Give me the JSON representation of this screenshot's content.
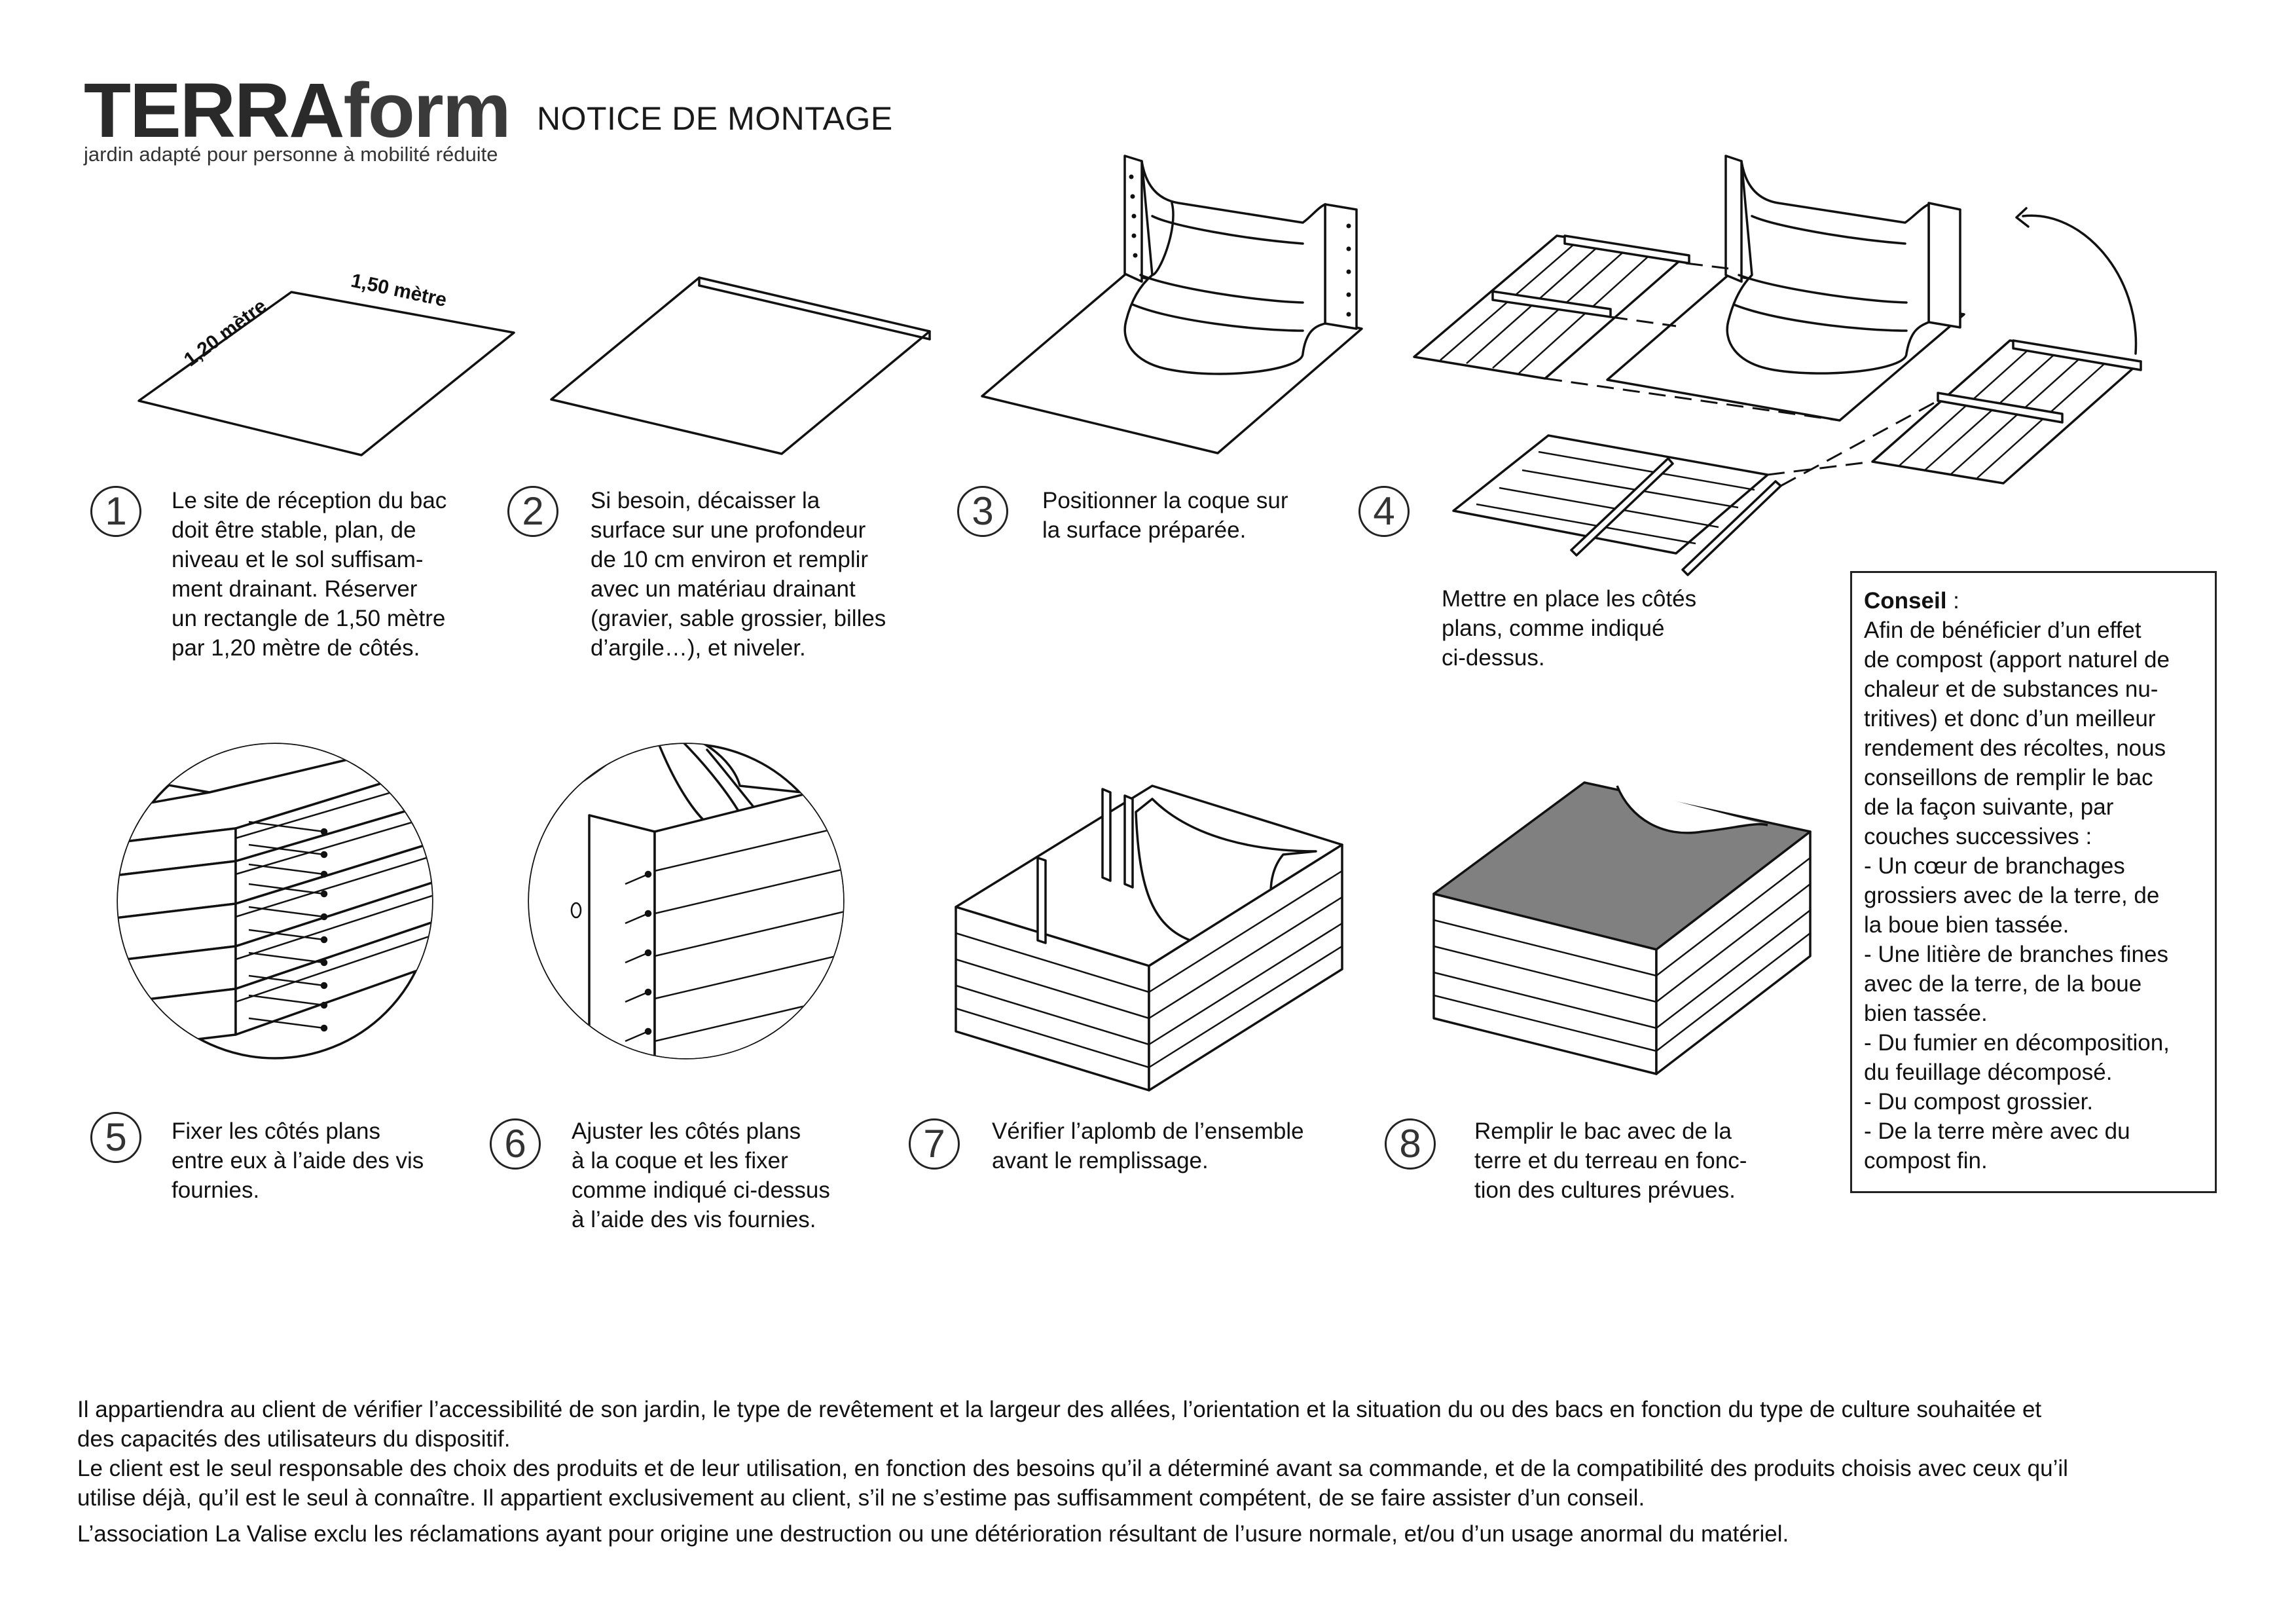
{
  "header": {
    "logo_bold": "TERRA",
    "logo_light": "form",
    "logo_tagline": "jardin adapté pour personne à mobilité réduite",
    "doc_title": "NOTICE DE MONTAGE"
  },
  "dimensions": {
    "width_label": "1,50 mètre",
    "depth_label": "1,20 mètre"
  },
  "steps": [
    {
      "number": "1",
      "text": "Le site de réception du bac\ndoit être stable, plan, de\nniveau et le sol suffisam-\nment drainant. Réserver\nun rectangle de 1,50 mètre\npar 1,20 mètre de côtés."
    },
    {
      "number": "2",
      "text": "Si besoin, décaisser la\nsurface sur une profondeur\nde 10 cm environ et remplir\navec un matériau drainant\n(gravier, sable grossier, billes\nd’argile…), et  niveler."
    },
    {
      "number": "3",
      "text": "Positionner la coque sur\nla surface préparée."
    },
    {
      "number": "4",
      "text": "Mettre en place les côtés\nplans, comme indiqué\nci-dessus."
    },
    {
      "number": "5",
      "text": "Fixer les côtés plans\nentre eux à l’aide des vis\nfournies."
    },
    {
      "number": "6",
      "text": "Ajuster les côtés plans\nà la coque et les fixer\ncomme indiqué ci-dessus\nà l’aide des vis fournies."
    },
    {
      "number": "7",
      "text": "Vérifier l’aplomb de l’ensemble\navant le remplissage."
    },
    {
      "number": "8",
      "text": "Remplir le bac avec de la\nterre et du terreau en fonc-\ntion des cultures prévues."
    }
  ],
  "conseil": {
    "heading": "Conseil",
    "heading_suffix": " :",
    "body": "Afin de bénéficier d’un effet\nde compost (apport naturel de\nchaleur et de substances nu-\ntritives) et donc d’un meilleur\nrendement des récoltes, nous\nconseillons de remplir le bac\nde la façon suivante, par\ncouches successives :\n- Un cœur de branchages\ngrossiers avec de la terre, de\nla boue bien tassée.\n- Une litière de branches fines\navec de la terre, de la boue\nbien tassée.\n- Du fumier en décomposition,\ndu feuillage décomposé.\n- Du compost grossier.\n- De la terre mère avec du\ncompost fin."
  },
  "footer": {
    "para1": "Il appartiendra au client de vérifier l’accessibilité de son jardin, le type de revêtement et la largeur des allées, l’orientation et la situation du ou des bacs en fonction du type de culture souhaitée et\ndes capacités des utilisateurs du dispositif.",
    "para2": "Le client est le seul responsable des choix des produits et de leur utilisation, en fonction des besoins qu’il a déterminé avant sa commande, et de la compatibilité des produits choisis avec ceux qu’il\nutilise déjà, qu’il est le seul à connaître. Il appartient exclusivement au client, s’il ne s’estime pas suffisamment compétent, de se faire assister d’un conseil.",
    "para3": "L’association La Valise exclu les réclamations ayant pour origine une destruction ou une détérioration résultant de l’usure normale, et/ou d’un usage anormal du matériel."
  },
  "colors": {
    "ink": "#111111",
    "soil_fill": "#808080",
    "paper": "#ffffff"
  }
}
